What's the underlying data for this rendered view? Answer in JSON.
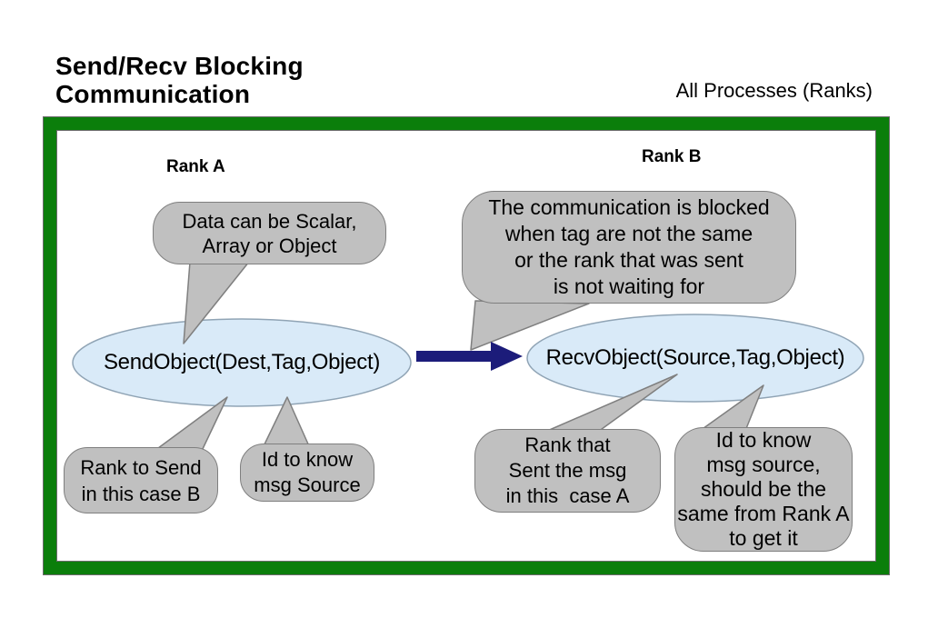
{
  "page": {
    "title": "Send/Recv Blocking\nCommunication",
    "top_right_label": "All Processes (Ranks)"
  },
  "diagram": {
    "rank_a_label": "Rank A",
    "rank_b_label": "Rank B",
    "send_node_label": "SendObject(Dest,Tag,Object)",
    "recv_node_label": "RecvObject(Source,Tag,Object)",
    "callouts": {
      "data_scalar": "Data can be Scalar,\nArray or Object",
      "blocked": "The communication is blocked\nwhen tag are not the same\nor the rank that was sent\nis not waiting for",
      "rank_to_send": "Rank to Send\nin this case B",
      "id_to_know_send": "Id to know\nmsg Source",
      "rank_that_sent": "Rank that\nSent the msg\nin this  case A",
      "id_to_know_recv": "Id to know\nmsg source,\nshould be the\nsame from Rank A\nto get it"
    },
    "colors": {
      "frame_green": "#0b7e0b",
      "arrow_navy": "#1c1c7a",
      "ellipse_fill": "#d9eaf8",
      "ellipse_stroke": "#90a4b5",
      "callout_fill": "#c0c0c0",
      "callout_stroke": "#7f7f7f",
      "text": "#000000"
    }
  }
}
